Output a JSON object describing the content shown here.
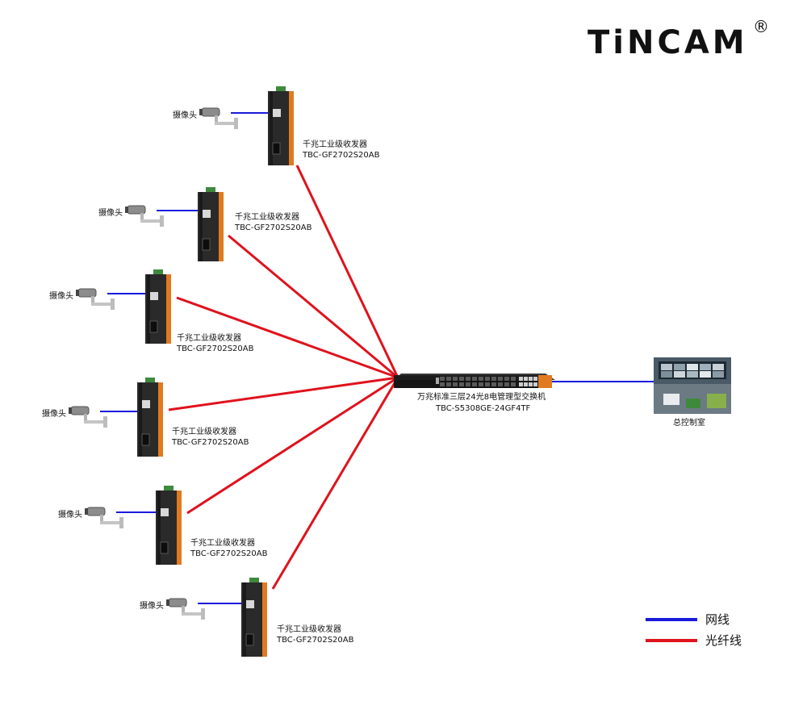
{
  "brand": {
    "name": "TiNCAM",
    "registered": "®"
  },
  "colors": {
    "network": "#1a1adc",
    "fiber": "#e0121c",
    "device_body": "#2a2a2a",
    "device_accent": "#e07a20"
  },
  "converters": [
    {
      "label_line1": "千兆工业级收发器",
      "label_line2": "TBC-GF2702S20AB",
      "camera_label": "摄像头"
    },
    {
      "label_line1": "千兆工业级收发器",
      "label_line2": "TBC-GF2702S20AB",
      "camera_label": "摄像头"
    },
    {
      "label_line1": "千兆工业级收发器",
      "label_line2": "TBC-GF2702S20AB",
      "camera_label": "摄像头"
    },
    {
      "label_line1": "千兆工业级收发器",
      "label_line2": "TBC-GF2702S20AB",
      "camera_label": "摄像头"
    },
    {
      "label_line1": "千兆工业级收发器",
      "label_line2": "TBC-GF2702S20AB",
      "camera_label": "摄像头"
    },
    {
      "label_line1": "千兆工业级收发器",
      "label_line2": "TBC-GF2702S20AB",
      "camera_label": "摄像头"
    }
  ],
  "core_switch": {
    "label_line1": "万兆标准三层24光8电管理型交换机",
    "label_line2": "TBC-S5308GE-24GF4TF"
  },
  "control_room": {
    "label": "总控制室"
  },
  "legend": [
    {
      "label": "网线",
      "type": "network"
    },
    {
      "label": "光纤线",
      "type": "fiber"
    }
  ]
}
